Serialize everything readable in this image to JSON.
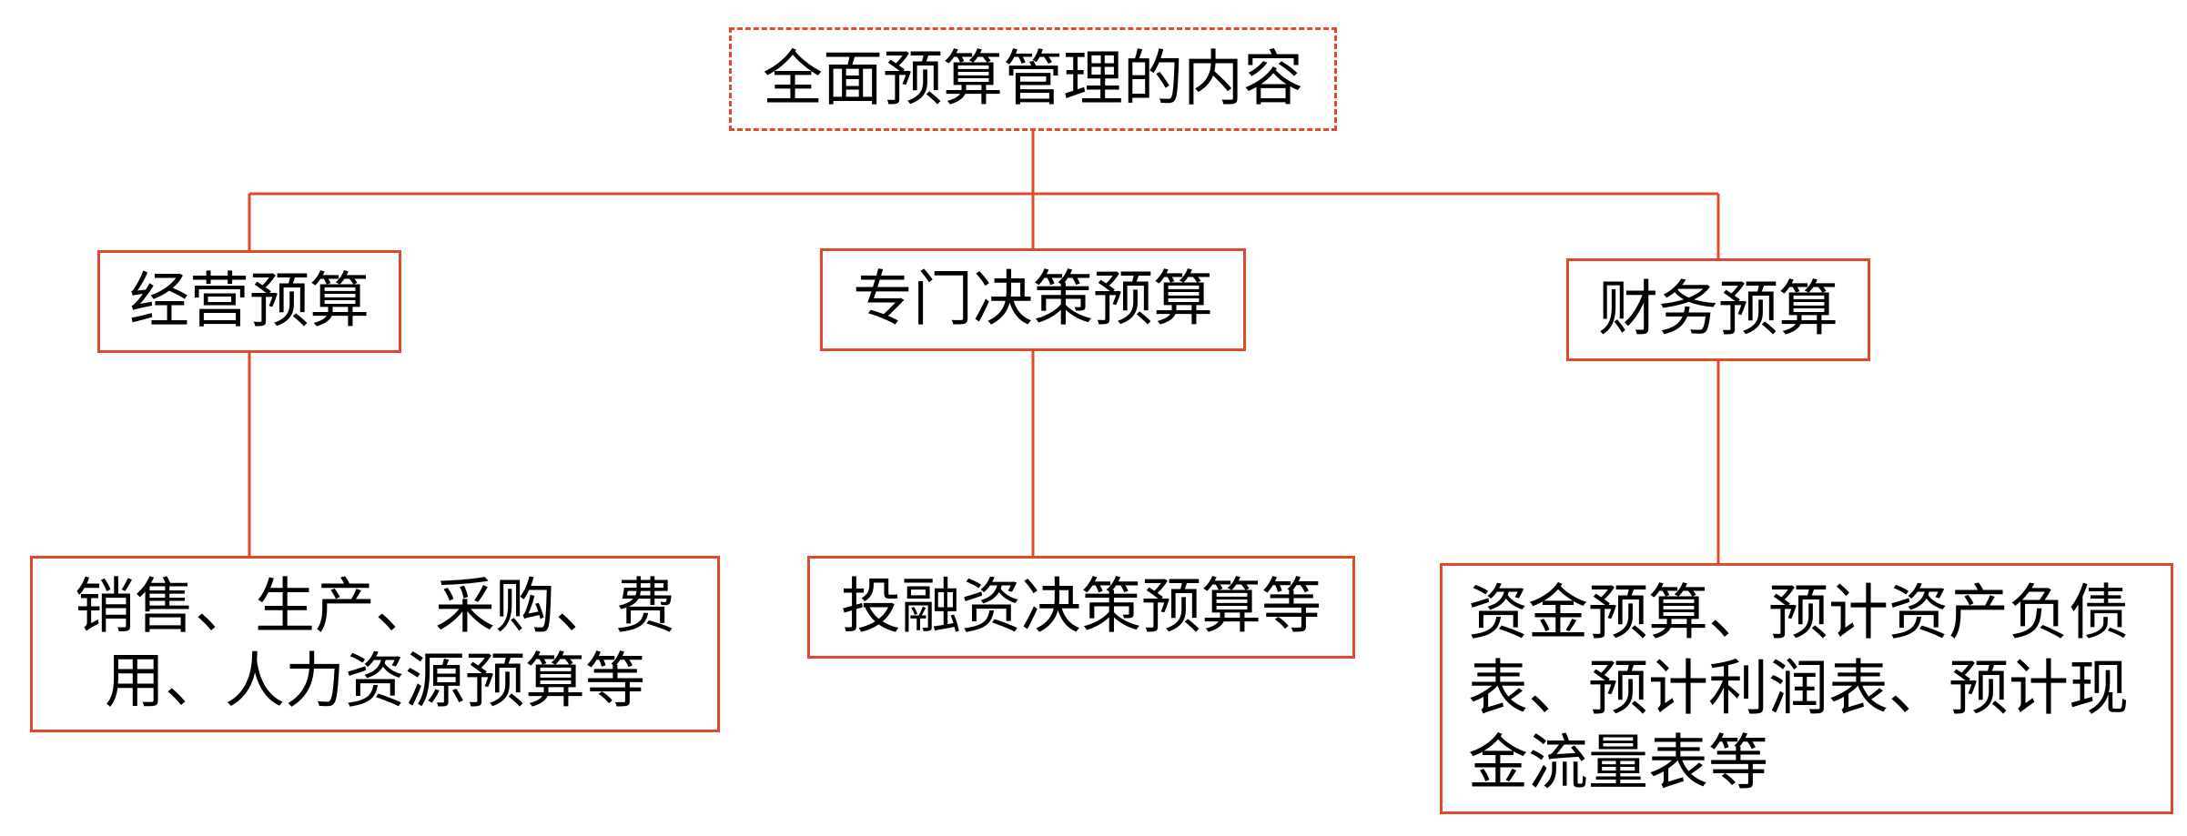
{
  "root": {
    "label": "全面预算管理的内容"
  },
  "categories": [
    {
      "label": "经营预算",
      "detail": "销售、生产、采购、费用、人力资源预算等"
    },
    {
      "label": "专门决策预算",
      "detail": "投融资决策预算等"
    },
    {
      "label": "财务预算",
      "detail": "资金预算、预计资产负债表、预计利润表、预计现金流量表等"
    }
  ],
  "colors": {
    "border": "#e2492a",
    "connector": "#e2492a",
    "text": "#000000",
    "background": "#ffffff"
  }
}
